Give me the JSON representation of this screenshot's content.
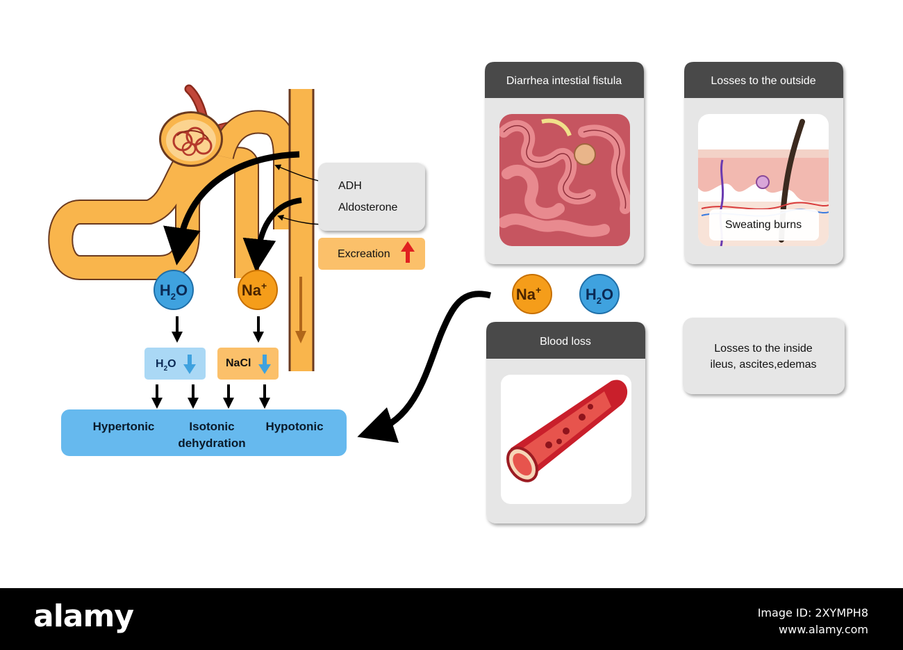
{
  "colors": {
    "tubule": "#f9b54c",
    "tubule_outline": "#6b3a1f",
    "h2o_circle": "#3fa2df",
    "na_circle": "#f59d1a",
    "result_box": "#66b9ee",
    "card_header": "#4a4a4a",
    "card_bg": "#e6e6e6"
  },
  "kidney": {
    "adh_label": "ADH",
    "aldosterone_label": "Aldosterone",
    "excreation_label": "Excreation"
  },
  "ions": {
    "h2o_base": "H",
    "h2o_sub": "2",
    "h2o_tail": "O",
    "na_base": "Na",
    "na_sup": "+",
    "nacl_label": "NaCl"
  },
  "result": {
    "hypertonic": "Hypertonic",
    "isotonic": "Isotonic",
    "dehydration": "dehydration",
    "hypotonic": "Hypotonic"
  },
  "cards": {
    "diarrhea_title": "Diarrhea intestial fistula",
    "outside_title": "Losses to the outside",
    "sweating_label": "Sweating burns",
    "blood_title": "Blood loss",
    "inside_line1": "Losses to the inside",
    "inside_line2": "ileus, ascites,edemas"
  },
  "stock": {
    "logo": "alamy",
    "image_id": "Image ID: 2XYMPH8",
    "site": "www.alamy.com"
  }
}
